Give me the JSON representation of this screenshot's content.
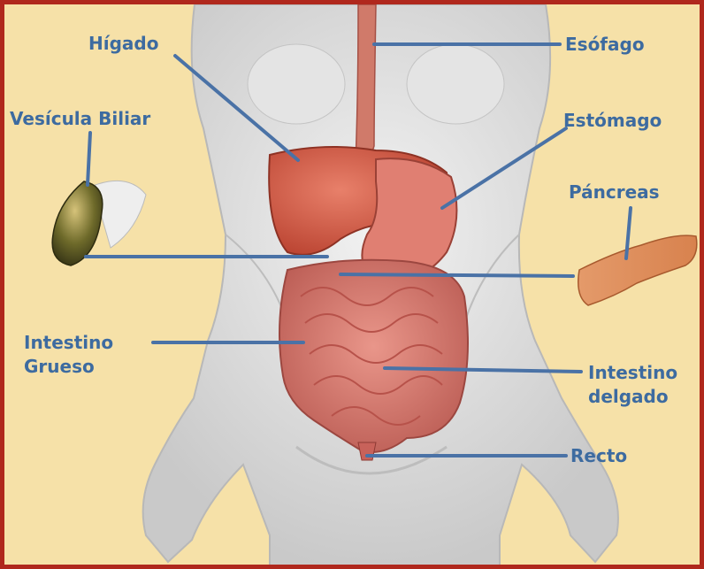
{
  "labels": {
    "higado": "Hígado",
    "esofago": "Esófago",
    "vesicula": "Vesícula Biliar",
    "estomago": "Estómago",
    "pancreas": "Páncreas",
    "intestino_grueso_1": "Intestino",
    "intestino_grueso_2": "Grueso",
    "intestino_delgado_1": "Intestino",
    "intestino_delgado_2": "delgado",
    "recto": "Recto"
  },
  "colors": {
    "background": "#f6e1a8",
    "border": "#b0281d",
    "label_text": "#3d6ba0",
    "leader_line": "#4a72a6"
  }
}
